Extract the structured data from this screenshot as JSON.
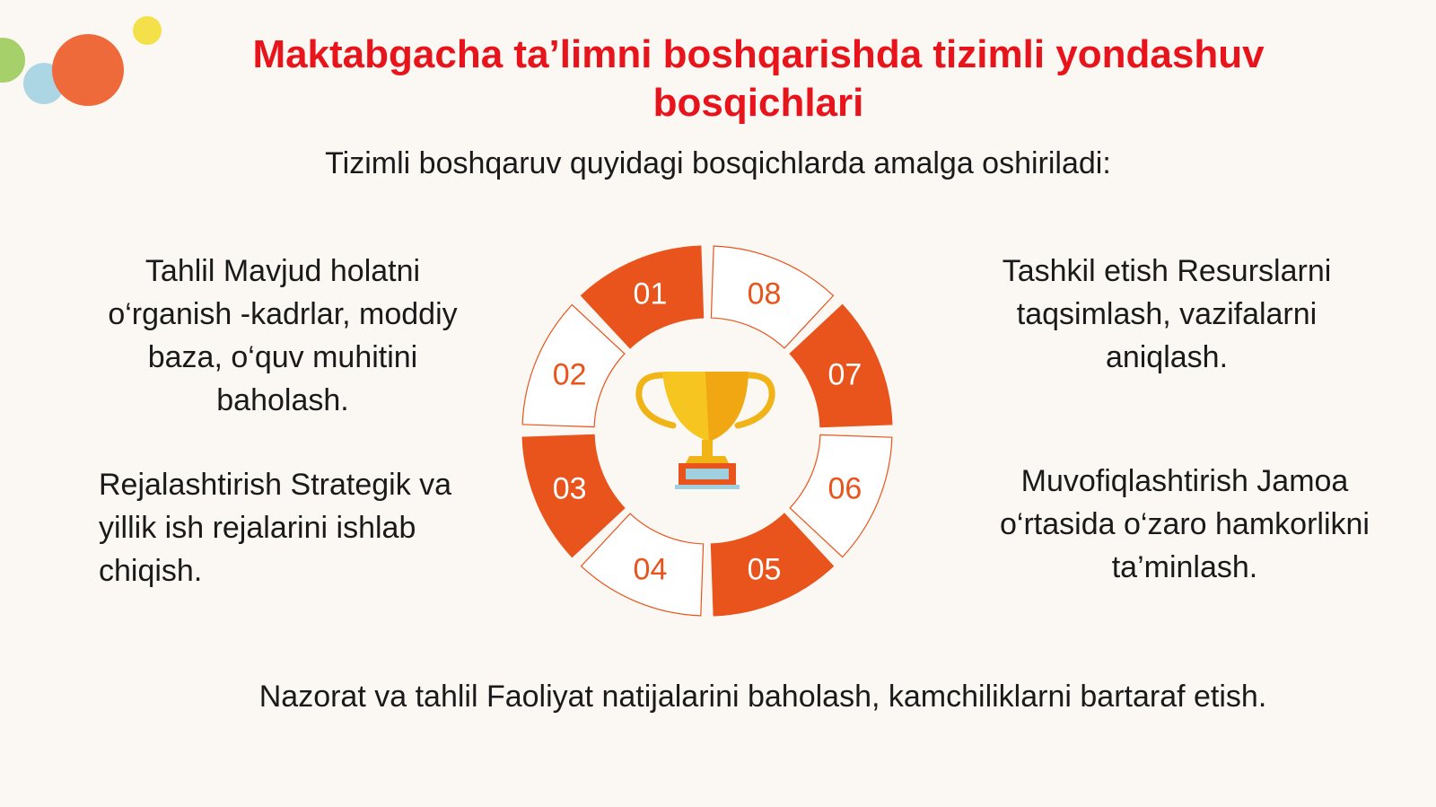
{
  "title": "Maktabgacha ta’limni boshqarishda tizimli yondashuv bosqichlari",
  "subtitle": "Tizimli boshqaruv quyidagi bosqichlarda amalga oshiriladi:",
  "blocks": {
    "analysis": "Tahlil Mavjud holatni o‘rganish -kadrlar, moddiy baza, o‘quv muhitini baholash.",
    "planning": "Rejalashtirish Strategik va yillik ish rejalarini ishlab chiqish.",
    "organization": "Tashkil etish Resurslarni taqsimlash, vazifalarni aniqlash.",
    "coordination": "Muvofiqlashtirish Jamoa o‘rtasida o‘zaro hamkorlikni ta’minlash.",
    "control": "Nazorat va tahlil Faoliyat natijalarini baholash, kamchiliklarni bartaraf etish."
  },
  "wheel": {
    "segments": [
      "01",
      "02",
      "03",
      "04",
      "05",
      "06",
      "07",
      "08"
    ],
    "filled": [
      true,
      false,
      true,
      false,
      true,
      false,
      true,
      false
    ],
    "center_icon": "trophy-icon"
  },
  "colors": {
    "accent": "#e8541c",
    "title": "#e8141b",
    "text": "#1a1a1a",
    "decor": [
      "#a6d06a",
      "#9fd0e0",
      "#ef6a3a",
      "#f4e14a"
    ]
  }
}
